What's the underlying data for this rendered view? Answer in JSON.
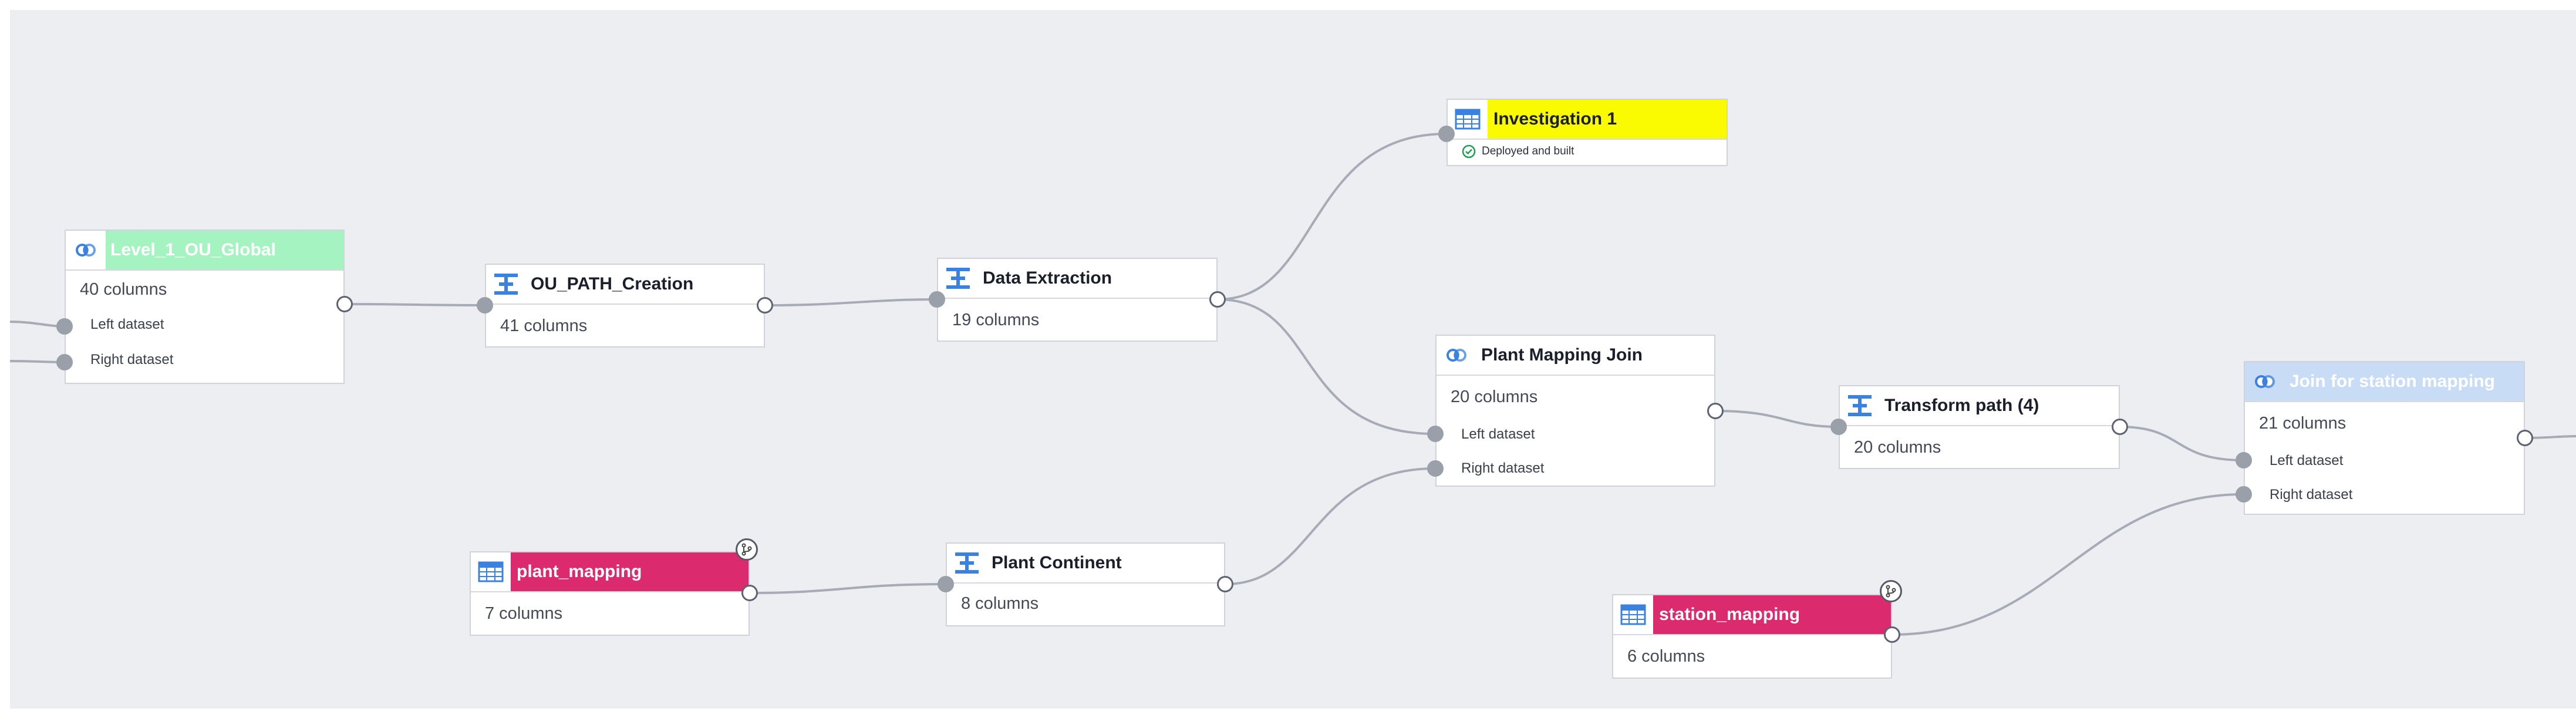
{
  "colors": {
    "canvas_bg": "#edeef2",
    "join_header_green": "#a6f3c2",
    "join_header_blue": "#c9dcf5",
    "dataset_magenta": "#db2a6e",
    "investigation_yellow": "#fafa00",
    "edge": "#a6abb5",
    "transform_icon": "#3b82e0"
  },
  "nodes": {
    "level1": {
      "title": "Level_1_OU_Global",
      "columns": "40 columns",
      "left_input": "Left dataset",
      "right_input": "Right dataset",
      "icon": "join-icon"
    },
    "oupath": {
      "title": "OU_PATH_Creation",
      "columns": "41 columns",
      "icon": "transform-icon"
    },
    "extraction": {
      "title": "Data Extraction",
      "columns": "19 columns",
      "icon": "transform-icon"
    },
    "investigation": {
      "title": "Investigation 1",
      "status": "Deployed and built",
      "icon": "dataset-table-icon"
    },
    "plantjoin": {
      "title": "Plant Mapping Join",
      "columns": "20 columns",
      "left_input": "Left dataset",
      "right_input": "Right dataset",
      "icon": "join-icon"
    },
    "transformpath": {
      "title": "Transform path (4)",
      "columns": "20 columns",
      "icon": "transform-icon"
    },
    "stationjoin": {
      "title": "Join for station mapping",
      "columns": "21 columns",
      "left_input": "Left dataset",
      "right_input": "Right dataset",
      "icon": "join-icon"
    },
    "plantmapping": {
      "title": "plant_mapping",
      "columns": "7 columns",
      "icon": "dataset-table-icon"
    },
    "plantcontinent": {
      "title": "Plant Continent",
      "columns": "8 columns",
      "icon": "transform-icon"
    },
    "stationmapping": {
      "title": "station_mapping",
      "columns": "6 columns",
      "icon": "dataset-table-icon"
    }
  }
}
